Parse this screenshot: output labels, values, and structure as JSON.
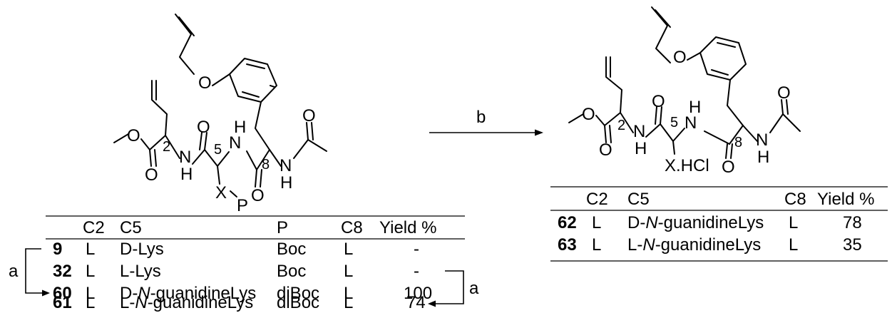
{
  "reaction": {
    "condition_b": "b",
    "condition_a": "a"
  },
  "left_structure": {
    "atoms": {
      "o_allyl": "O",
      "o_ester_left": "O",
      "o_ester": "O",
      "nh_2": "N",
      "h_2": "H",
      "o_1": "O",
      "n_5": "N",
      "h_5": "H",
      "o_2": "O",
      "nh_8": "N",
      "h_8": "H",
      "o_ac": "O",
      "x": "X",
      "p": "P"
    },
    "locants": {
      "c2": "2",
      "c5": "5",
      "c8": "8"
    }
  },
  "right_structure": {
    "atoms": {
      "o_allyl": "O",
      "o_ester_left": "O",
      "o_ester": "O",
      "nh_2": "N",
      "h_2": "H",
      "o_1": "O",
      "n_5": "N",
      "h_5": "H",
      "o_2": "O",
      "nh_8": "N",
      "h_8": "H",
      "o_ac": "O",
      "x": "X.HCl"
    },
    "locants": {
      "c2": "2",
      "c5": "5",
      "c8": "8"
    }
  },
  "left_table": {
    "headers": [
      "C2",
      "C5",
      "P",
      "C8",
      "Yield %"
    ],
    "rows": [
      {
        "compound": "9",
        "c2": "L",
        "c5_pre": "D-Lys",
        "c5_it": "",
        "c5_post": "",
        "p": "Boc",
        "c8": "L",
        "yield": "-"
      },
      {
        "compound": "32",
        "c2": "L",
        "c5_pre": "L-Lys",
        "c5_it": "",
        "c5_post": "",
        "p": "Boc",
        "c8": "L",
        "yield": "-"
      },
      {
        "compound": "60",
        "c2": "L",
        "c5_pre": "D-",
        "c5_it": "N",
        "c5_post": "-guanidineLys",
        "p": "diBoc",
        "c8": "L",
        "yield": "100"
      },
      {
        "compound": "61",
        "c2": "L",
        "c5_pre": "L-",
        "c5_it": "N",
        "c5_post": "-guanidineLys",
        "p": "diBoc",
        "c8": "L",
        "yield": "74"
      }
    ]
  },
  "right_table": {
    "headers": [
      "C2",
      "C5",
      "C8",
      "Yield %"
    ],
    "rows": [
      {
        "compound": "62",
        "c2": "L",
        "c5_pre": "D-",
        "c5_it": "N",
        "c5_post": "-guanidineLys",
        "c8": "L",
        "yield": "78"
      },
      {
        "compound": "63",
        "c2": "L",
        "c5_pre": "L-",
        "c5_it": "N",
        "c5_post": "-guanidineLys",
        "c8": "L",
        "yield": "35"
      }
    ]
  }
}
